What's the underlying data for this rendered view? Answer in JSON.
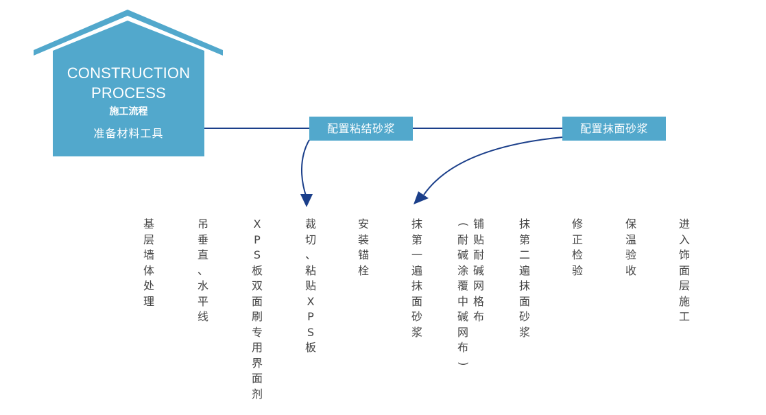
{
  "house": {
    "title_line1": "CONSTRUCTION",
    "title_line2": "PROCESS",
    "subtitle": "施工流程",
    "first_step": "准备材料工具"
  },
  "boxes": {
    "mortar_bonding": "配置粘结砂浆",
    "mortar_plaster": "配置抹面砂浆"
  },
  "steps": [
    "基层墙体处理",
    "吊垂直、水平线",
    "XPS板双面刷专用界面剂",
    "裁切、粘贴XPS板",
    "安装锚栓",
    "抹第一遍抹面砂浆",
    "铺贴耐碱网格布",
    "(耐碱涂覆中碱网布)",
    "抹第二遍抹面砂浆",
    "修正检验",
    "保温验收",
    "进入饰面层施工"
  ],
  "colors": {
    "accent": "#52a8cc",
    "line": "#1b3f8a",
    "text": "#444444"
  }
}
